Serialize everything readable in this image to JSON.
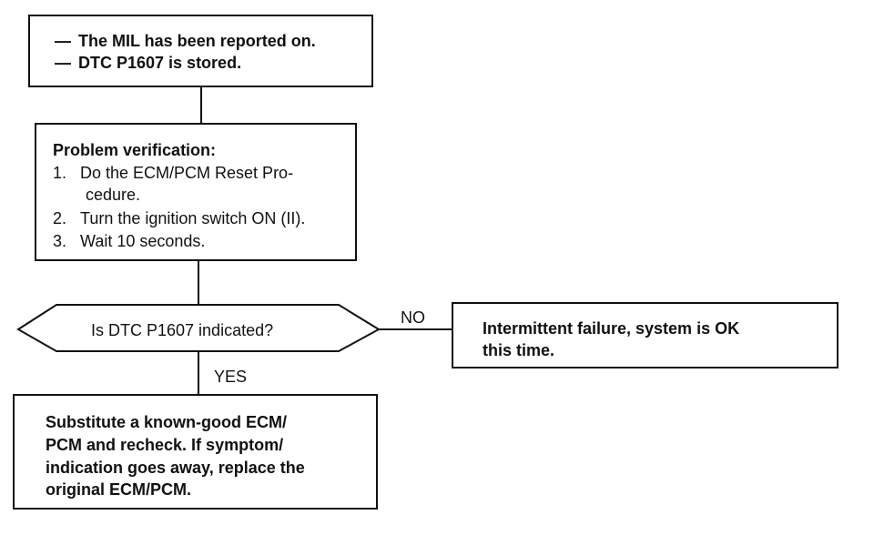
{
  "start_box": {
    "lines": [
      {
        "marker": "—",
        "text": "The MIL has been reported on."
      },
      {
        "marker": "—",
        "text": "DTC P1607 is stored."
      }
    ]
  },
  "verify_box": {
    "heading": "Problem verification:",
    "steps": [
      {
        "num": "1.",
        "lines": [
          "Do the ECM/PCM Reset Pro-",
          "cedure."
        ]
      },
      {
        "num": "2.",
        "lines": [
          "Turn the ignition switch ON (II)."
        ]
      },
      {
        "num": "3.",
        "lines": [
          "Wait 10 seconds."
        ]
      }
    ]
  },
  "decision": {
    "question": "Is DTC P1607 indicated?",
    "no_label": "NO",
    "yes_label": "YES"
  },
  "no_box": {
    "lines": [
      "Intermittent failure, system is OK",
      "this time."
    ]
  },
  "yes_box": {
    "lines": [
      "Substitute a known-good ECM/",
      "PCM and recheck. If symptom/",
      "indication goes away, replace the",
      "original ECM/PCM."
    ]
  }
}
